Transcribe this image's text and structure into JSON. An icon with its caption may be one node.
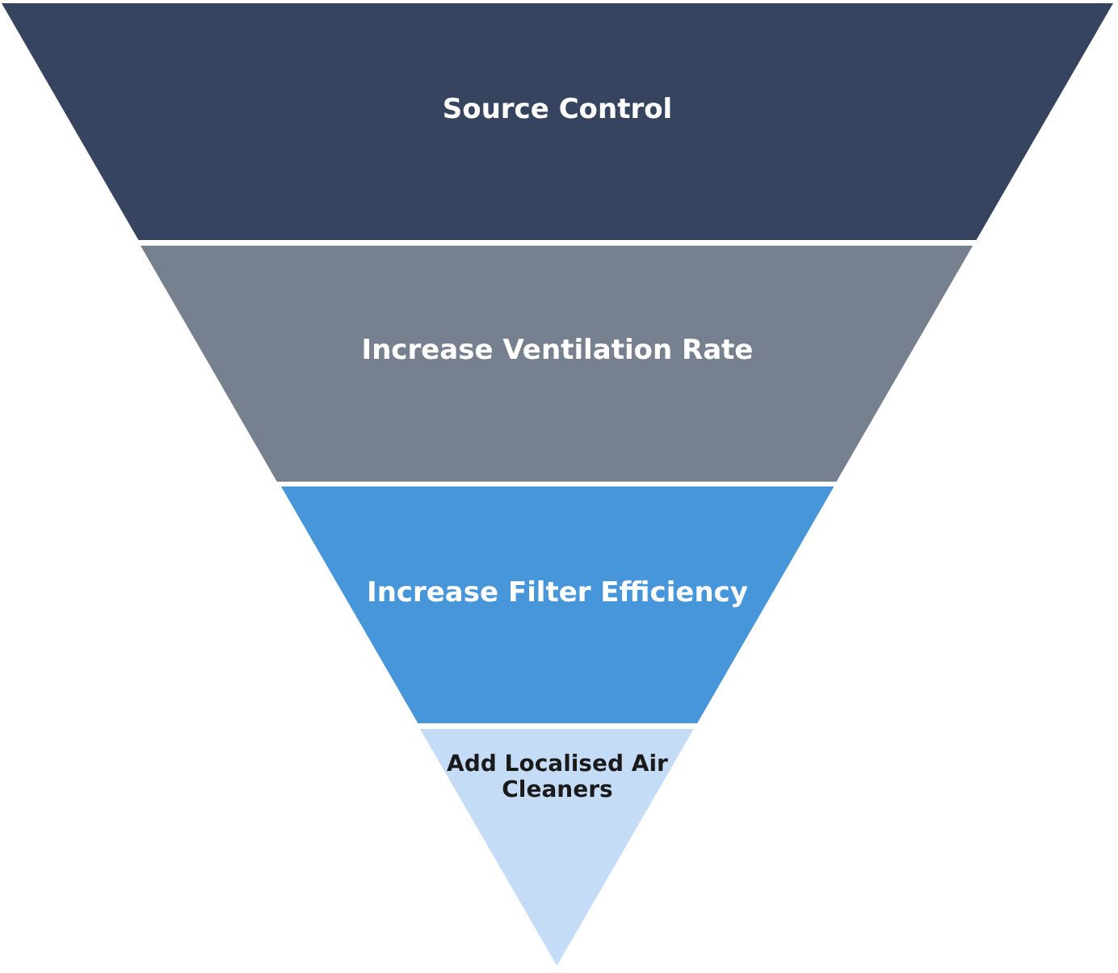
{
  "diagram": {
    "nodes": [
      {
        "text": [
          "Source Control"
        ]
      },
      {
        "text": [
          "Increase Ventilation Rate"
        ]
      },
      {
        "text": [
          "Increase Filter Efficiency"
        ]
      },
      {
        "text": [
          "Add Localised Air Cleaners"
        ]
      }
    ]
  }
}
